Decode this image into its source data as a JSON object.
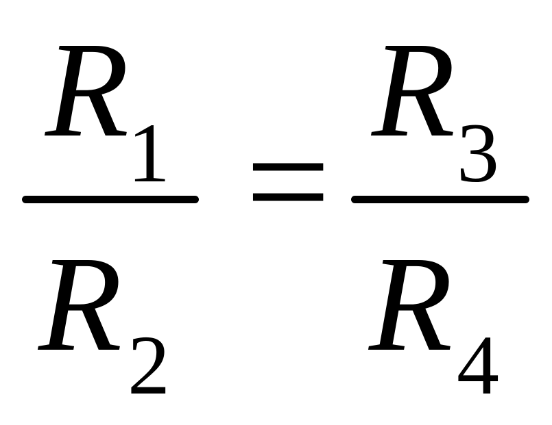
{
  "formula": {
    "left_fraction": {
      "numerator": {
        "variable": "R",
        "subscript": "1"
      },
      "denominator": {
        "variable": "R",
        "subscript": "2"
      }
    },
    "operator": "=",
    "right_fraction": {
      "numerator": {
        "variable": "R",
        "subscript": "3"
      },
      "denominator": {
        "variable": "R",
        "subscript": "4"
      }
    }
  }
}
